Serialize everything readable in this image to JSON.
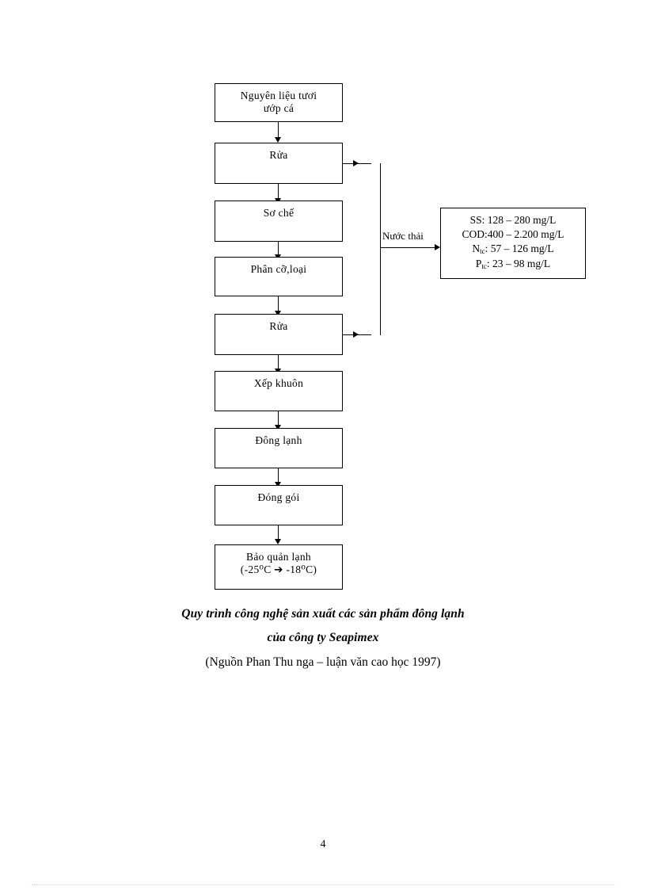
{
  "document": {
    "page_number": "4"
  },
  "flowchart": {
    "title": "Quy trình công nghệ sản xuất các sản phẩm đông lạnh",
    "nodes": [
      {
        "id": "raw",
        "lines": [
          "Nguyên liệu tươi",
          "ướp cá"
        ]
      },
      {
        "id": "wash1",
        "lines": [
          "Rửa"
        ]
      },
      {
        "id": "prep",
        "lines": [
          "Sơ chế"
        ]
      },
      {
        "id": "sort",
        "lines": [
          "Phân cỡ,loại"
        ]
      },
      {
        "id": "wash2",
        "lines": [
          "Rửa"
        ]
      },
      {
        "id": "mould",
        "lines": [
          "Xếp khuôn"
        ]
      },
      {
        "id": "freeze",
        "lines": [
          "Đông lạnh"
        ]
      },
      {
        "id": "pack",
        "lines": [
          "Đóng gói"
        ]
      },
      {
        "id": "cold",
        "lines": [
          "Bảo quản lạnh",
          "(-25⁰C  ➔  -18⁰C)"
        ]
      }
    ],
    "edge_label_wastewater": "Nước thải",
    "param_box": {
      "rows": [
        {
          "param": "SS",
          "sep": ":",
          "value": "128 – 280 mg/L"
        },
        {
          "param": "COD",
          "sep": ":",
          "value": "400 – 2.200 mg/L"
        },
        {
          "param": "N",
          "sub": "tc",
          "sep": ":",
          "value": "57 – 126 mg/L"
        },
        {
          "param": "P",
          "sub": "tc",
          "sep": ":",
          "value": "23 – 98 mg/L"
        }
      ],
      "line_texts": [
        "SS : 128 – 280 mg/L",
        "COD :400 – 2.200 mg/L",
        "N_tc : 57 – 126 mg/L",
        "P_tc : 23 – 98 mg/L"
      ]
    }
  },
  "caption": {
    "line1": "Quy trình công nghệ sản xuất các sản phẩm đông lạnh",
    "line2": "của công ty Seapimex",
    "line3": "(Nguồn Phan Thu nga – luận văn cao học 1997)"
  },
  "colors": {
    "ink": "#000000",
    "paper": "#ffffff",
    "footer_rule": "#f3c8d6"
  }
}
